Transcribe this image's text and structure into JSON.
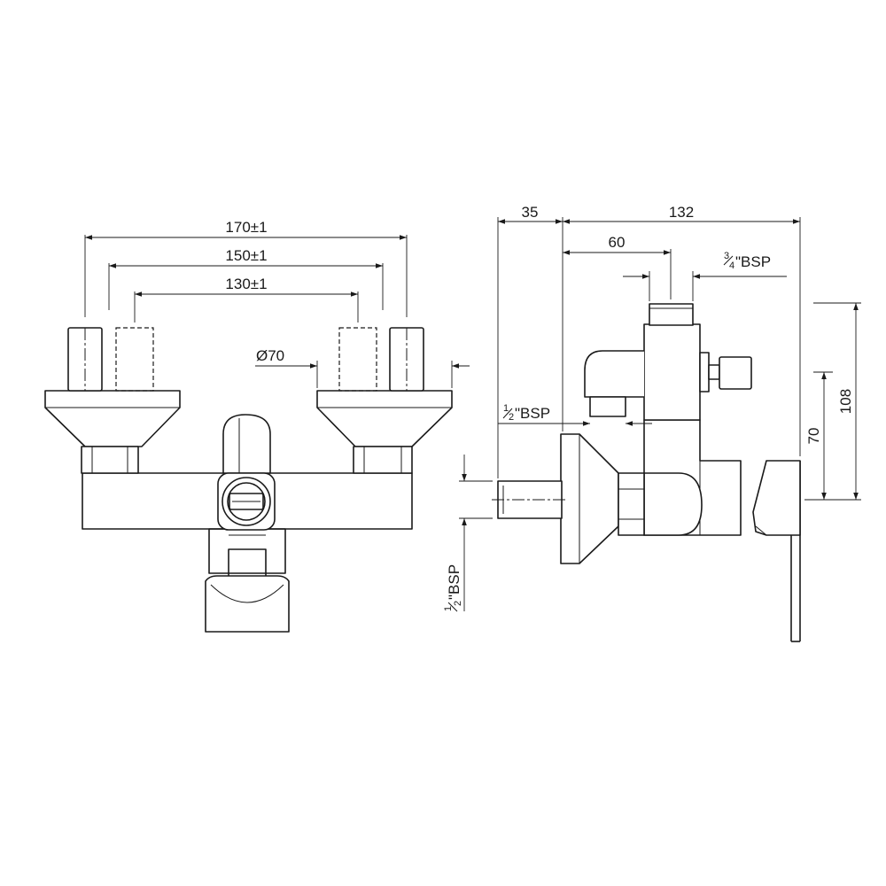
{
  "front_view": {
    "dims": {
      "d170": "170±1",
      "d150": "150±1",
      "d130": "130±1",
      "dia": "Ø70"
    }
  },
  "side_view": {
    "dims": {
      "d35": "35",
      "d132": "132",
      "d60": "60",
      "d108": "108",
      "d70": "70"
    },
    "threads": {
      "top": {
        "num": "3",
        "den": "4",
        "suffix": "\"BSP"
      },
      "mid": {
        "num": "1",
        "den": "2",
        "suffix": "\"BSP"
      },
      "inlet": {
        "num": "1",
        "den": "2",
        "suffix": "\"BSP"
      }
    }
  }
}
